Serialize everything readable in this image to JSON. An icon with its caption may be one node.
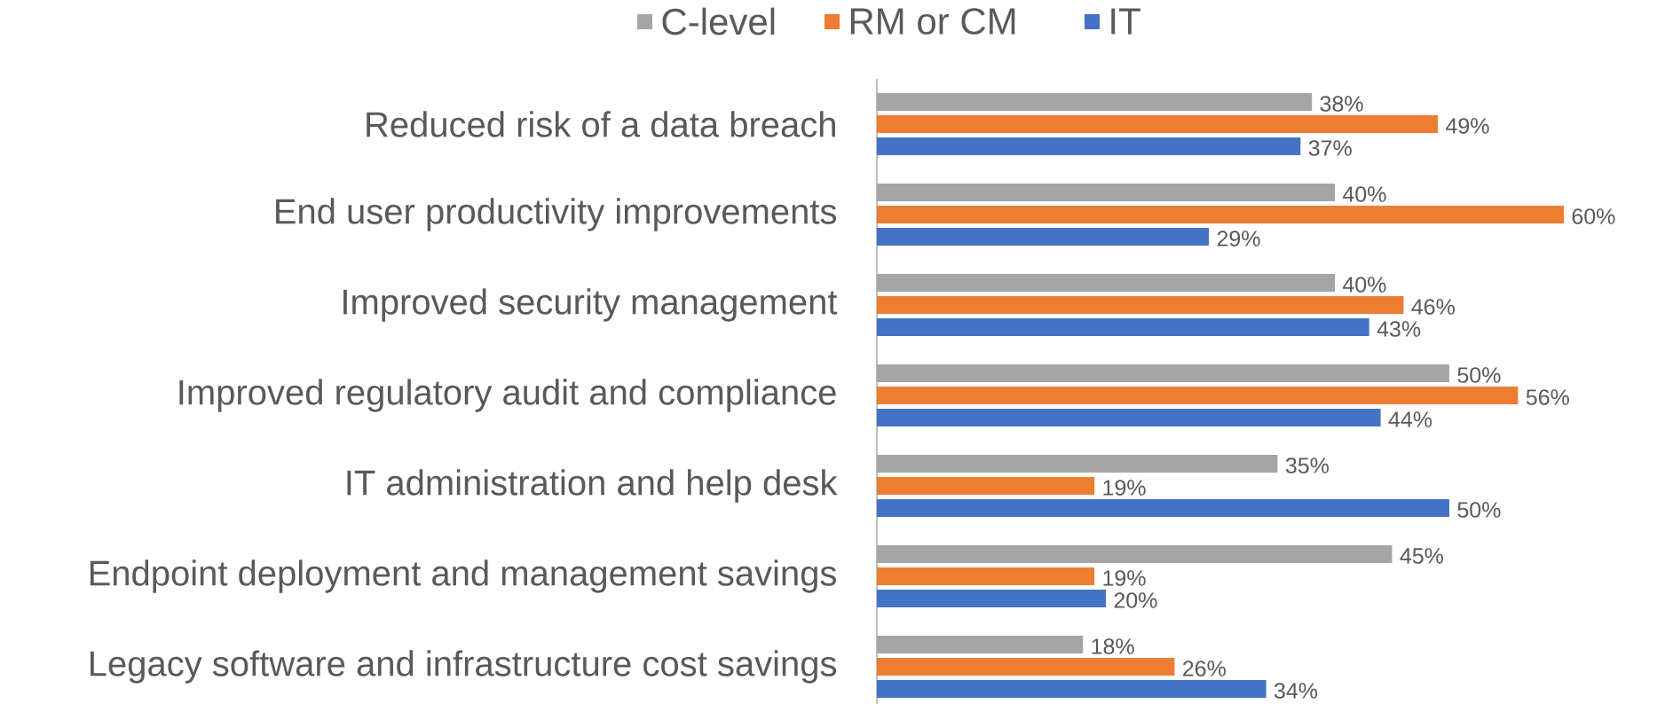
{
  "diagram": {
    "legend": [
      {
        "text": "C-level",
        "color": "#a5a5a5"
      },
      {
        "text": "RM or CM",
        "color": "#ed7d31"
      },
      {
        "text": "IT",
        "color": "#4472c4"
      }
    ],
    "chart_data": {
      "type": "bar",
      "orientation": "horizontal",
      "data_labels": true,
      "categories": [
        "Reduced risk of a data breach",
        "End user productivity improvements",
        "Improved security management",
        "Improved regulatory audit and compliance",
        "IT administration and help desk",
        "Endpoint deployment and management savings",
        "Legacy software and infrastructure cost savings"
      ],
      "series": [
        {
          "color": "#a5a5a5",
          "values": [
            38,
            40,
            40,
            50,
            35,
            45,
            18
          ],
          "value_labels": [
            "38%",
            "40%",
            "40%",
            "50%",
            "35%",
            "45%",
            "18%"
          ]
        },
        {
          "color": "#ed7d31",
          "values": [
            49,
            60,
            46,
            56,
            19,
            19,
            26
          ],
          "value_labels": [
            "49%",
            "60%",
            "46%",
            "56%",
            "19%",
            "19%",
            "26%"
          ]
        },
        {
          "color": "#4472c4",
          "values": [
            37,
            29,
            43,
            44,
            50,
            20,
            34
          ],
          "value_labels": [
            "37%",
            "29%",
            "43%",
            "44%",
            "50%",
            "20%",
            "34%"
          ]
        }
      ]
    }
  }
}
